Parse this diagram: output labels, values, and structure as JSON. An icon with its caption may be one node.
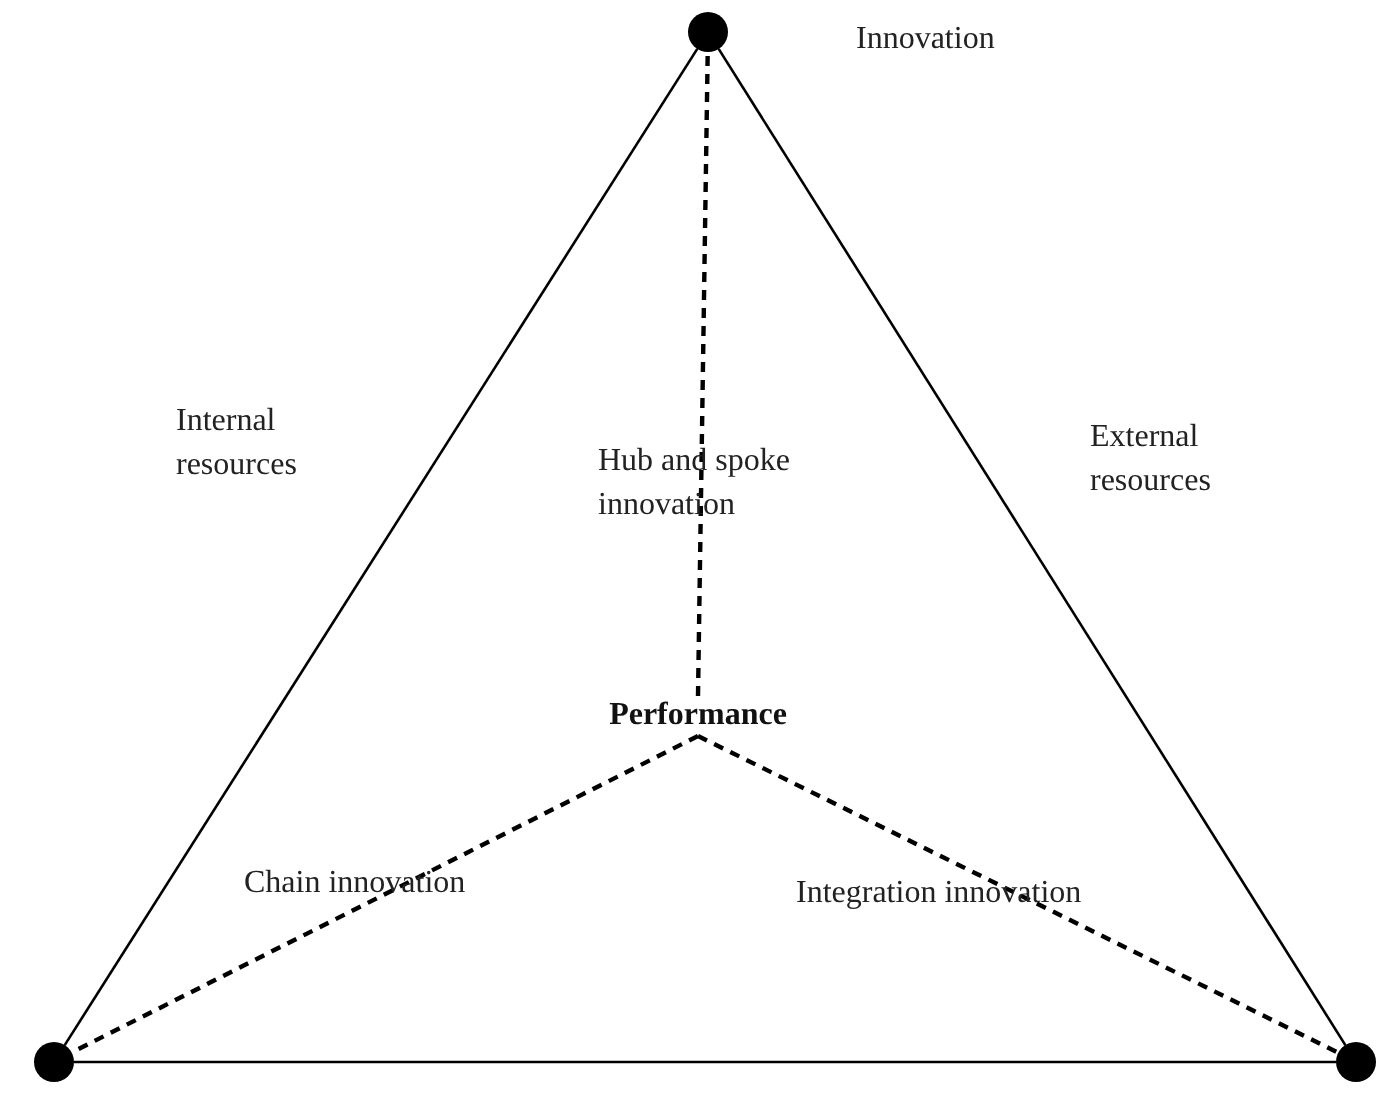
{
  "diagram": {
    "nodes": [
      {
        "text": [],
        "shape": "circle"
      },
      {
        "text": [
          "Performance"
        ]
      },
      {
        "text": [],
        "shape": "circle"
      },
      {
        "text": [],
        "shape": "circle"
      }
    ],
    "edges": [
      {
        "from": 0,
        "to": 2,
        "arrow": "none"
      },
      {
        "from": 0,
        "to": 3,
        "arrow": "none"
      },
      {
        "from": 2,
        "to": 3,
        "arrow": "none"
      },
      {
        "from": 1,
        "to": 0,
        "arrow": "none",
        "style": "dashed"
      },
      {
        "from": 1,
        "to": 2,
        "arrow": "none",
        "style": "dashed"
      },
      {
        "from": 1,
        "to": 3,
        "arrow": "none",
        "style": "dashed"
      }
    ],
    "labels": [
      "Innovation",
      "Internal resources",
      "Hub and spoke innovation",
      "External resources",
      "Chain innovation",
      "Integration innovation"
    ]
  }
}
